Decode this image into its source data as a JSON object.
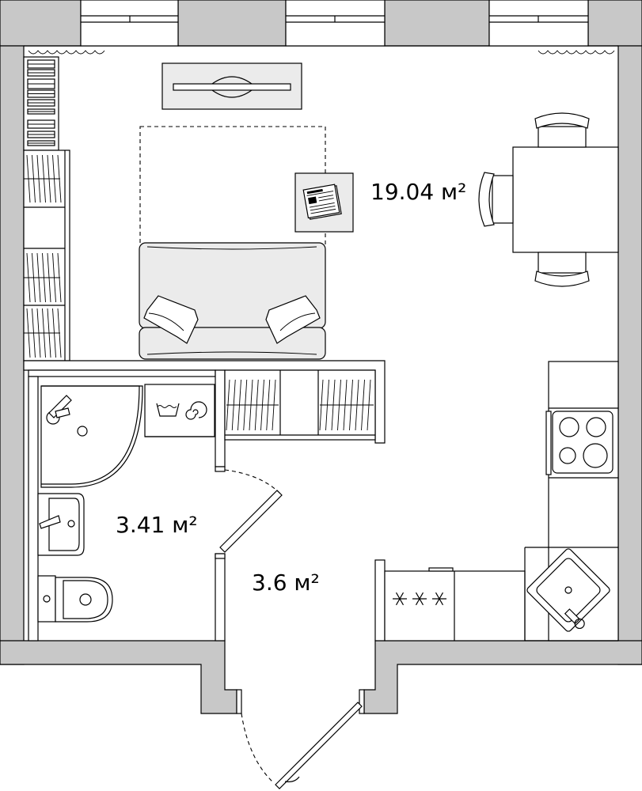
{
  "rooms": [
    {
      "id": "living",
      "area_label": "19.04 м²"
    },
    {
      "id": "bathroom",
      "area_label": "3.41 м²"
    },
    {
      "id": "hallway",
      "area_label": "3.6 м²"
    }
  ],
  "colors": {
    "wall_fill": "#c8c8c8",
    "furniture_fill": "#ebebeb",
    "line": "#000000",
    "background": "#ffffff"
  },
  "icons": [
    "newspaper-icon",
    "washing-machine-icon",
    "faucet-icon",
    "stove-burner-icon",
    "oven-icon"
  ]
}
